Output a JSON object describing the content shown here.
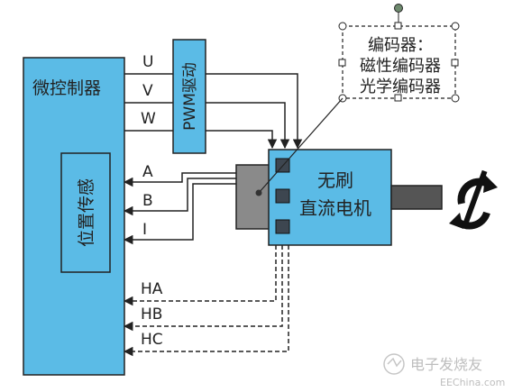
{
  "diagram": {
    "microcontroller_label": "微控制器",
    "position_sensor_label": "位置传感",
    "pwm_driver_label": "PWM驱动",
    "motor_label_line1": "无刷",
    "motor_label_line2": "直流电机",
    "callout_line1": "编码器：",
    "callout_line2": "磁性编码器",
    "callout_line3": "光学编码器",
    "phase_labels": [
      "U",
      "V",
      "W"
    ],
    "sensor_labels": [
      "A",
      "B",
      "I"
    ],
    "hall_labels": [
      "HA",
      "HB",
      "HC"
    ],
    "watermark_brand": "电子发烧友",
    "watermark_site": "EEChina.com"
  },
  "colors": {
    "block_fill": "#5bbbe6",
    "stroke": "#222222",
    "encoder_gray": "#8a8a8a",
    "shaft_gray": "#555555",
    "pin_fill": "#3d4650",
    "handle_green": "#6e8a6e"
  }
}
